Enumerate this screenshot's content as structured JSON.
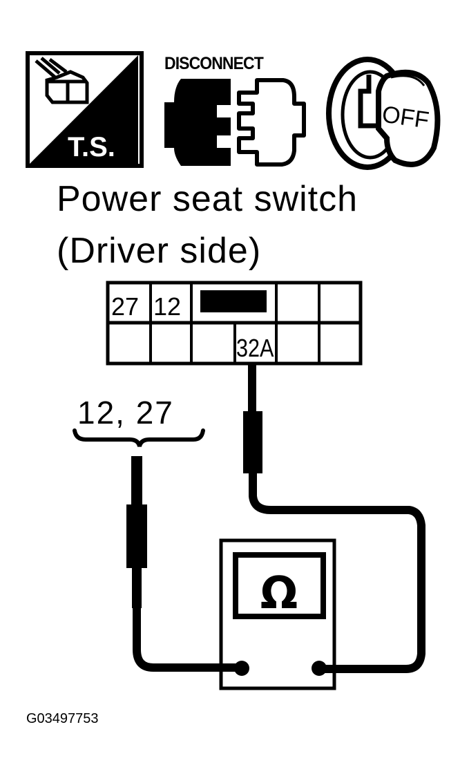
{
  "icons": {
    "tester_icon": {
      "name": "ts-tester-icon",
      "label": "T.S."
    },
    "disconnect_icon": {
      "name": "disconnect-connector-icon",
      "label": "DISCONNECT"
    },
    "ignition_icon": {
      "name": "ignition-key-off-icon",
      "label": "OFF"
    }
  },
  "title": {
    "line1": "Power seat switch",
    "line2": "(Driver side)"
  },
  "connector": {
    "top_row": [
      "27",
      "12",
      "",
      "",
      ""
    ],
    "top_row_blocked_cell_index": 2,
    "bottom_row": [
      "",
      "",
      "",
      "32A",
      "",
      ""
    ],
    "probe_pin": "32A"
  },
  "probe_group_label": "12, 27",
  "meter": {
    "symbol": "Ω",
    "mode": "ohmmeter"
  },
  "figure_code": "G03497753",
  "colors": {
    "ink": "#000000",
    "paper": "#ffffff"
  }
}
